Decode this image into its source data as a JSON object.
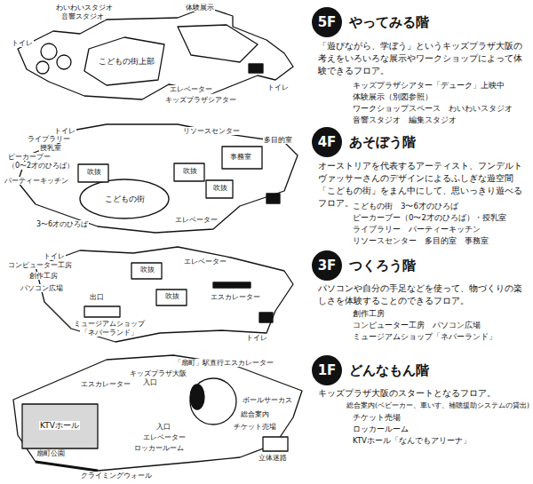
{
  "diagram": {
    "nodes": [
      {
        "text": [
          "5F",
          "やってみる階"
        ]
      },
      {
        "text": [
          "4F",
          "あそぼう階"
        ]
      },
      {
        "text": [
          "3F",
          "つくろう階"
        ]
      },
      {
        "text": [
          "1F",
          "どんなもん階"
        ]
      }
    ],
    "labels": [
      "わいわいスタジオ",
      "音響スタジオ",
      "体験展示",
      "トイレ",
      "こどもの街上部",
      "エレベーター",
      "キッズプラザシアター",
      "トイレ",
      "「遊びながら、学ぼう」というキッズプラザ大阪の考えをいろいろな展示やワークショップによって体験できるフロア。",
      "キッズプラザシアター「デューク」上映中",
      "体験展示（別図参照）",
      "ワークショップスペース　わいわいスタジオ",
      "音響スタジオ　編集スタジオ",
      "トイレ",
      "ライブラリー",
      "授乳室",
      "ピーカーブー",
      "（0〜2才のひろば）",
      "リソースセンター",
      "多目的室",
      "事務室",
      "吹抜",
      "吹抜",
      "吹抜",
      "パーティーキッチン",
      "こどもの街",
      "エレベーター",
      "3〜6才のひろば",
      "オーストリアを代表するアーティスト、フンデルトヴァッサーさんのデザインによるふしぎな遊空間「こどもの街」をまん中にして、思いっきり遊べるフロア。",
      "こどもの街　3〜6才のひろば",
      "ピーカーブー（0〜2才のひろば）・授乳室",
      "ライブラリー　パーティーキッチン",
      "リソースセンター　多目的室　事務室",
      "トイレ",
      "コンピューター工房",
      "創作工房",
      "パソコン広場",
      "吹抜",
      "エレベーター",
      "吹抜",
      "出口",
      "エスカレーター",
      "ミュージアムショップ",
      "「ネバーランド」",
      "トイレ",
      "パソコンや自分の手足などを使って、物づくりの楽しさを体験することのできるフロア。",
      "創作工房",
      "コンピューター工房　パソコン広場",
      "ミュージアムショップ「ネバーランド」",
      "「扇町」駅直行エスカレーター",
      "キッズプラザ大阪",
      "入口",
      "エスカレーター",
      "ボールサーカス",
      "KTVホール",
      "総合案内",
      "チケット売場",
      "入口",
      "エレベーター",
      "ロッカールーム",
      "扇町公園",
      "クライミングウォール",
      "立体迷路",
      "キッズプラザ大阪のスタートとなるフロア。",
      "総合案内(ベビーカー、車いす、補聴援助システムの貸出)",
      "チケット売場",
      "ロッカールーム",
      "KTVホール「なんでもアリーナ」"
    ]
  }
}
